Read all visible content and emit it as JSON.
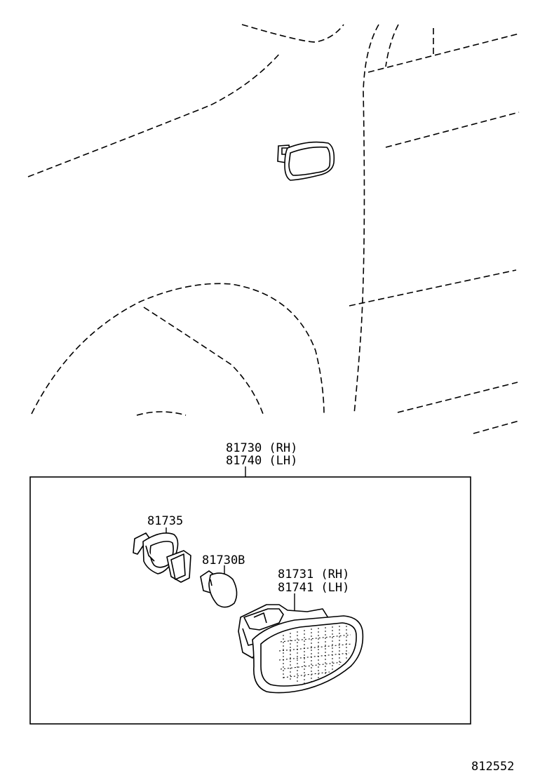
{
  "callouts": {
    "assembly_rh": "81730 (RH)",
    "assembly_lh": "81740 (LH)",
    "socket": "81735",
    "bulb": "81730B",
    "lens_rh": "81731 (RH)",
    "lens_lh": "81741 (LH)"
  },
  "figure_number": "812552",
  "colors": {
    "line": "#000000",
    "background": "#ffffff"
  }
}
